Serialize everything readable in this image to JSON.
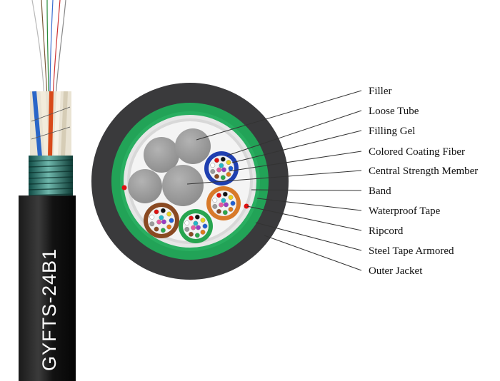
{
  "cable": {
    "model_text": "GYFTS-24B1"
  },
  "labels": [
    "Filler",
    "Loose Tube",
    "Filling Gel",
    "Colored Coating Fiber",
    "Central Strength Member",
    "Band",
    "Waterproof Tape",
    "Ripcord",
    "Steel Tape Armored",
    "Outer Jacket"
  ],
  "colors": {
    "outer_jacket": "#3a3a3c",
    "armor_green": "#22a357",
    "tape": "#e6e6e6",
    "core_bg": "#f4f4f4",
    "filler_gray": "#9a9a9a",
    "tube_blue": "#1f3fb0",
    "tube_orange": "#d87a2a",
    "tube_brown": "#8a4a22",
    "tube_green": "#27a550",
    "ripcord_red": "#e01010"
  }
}
